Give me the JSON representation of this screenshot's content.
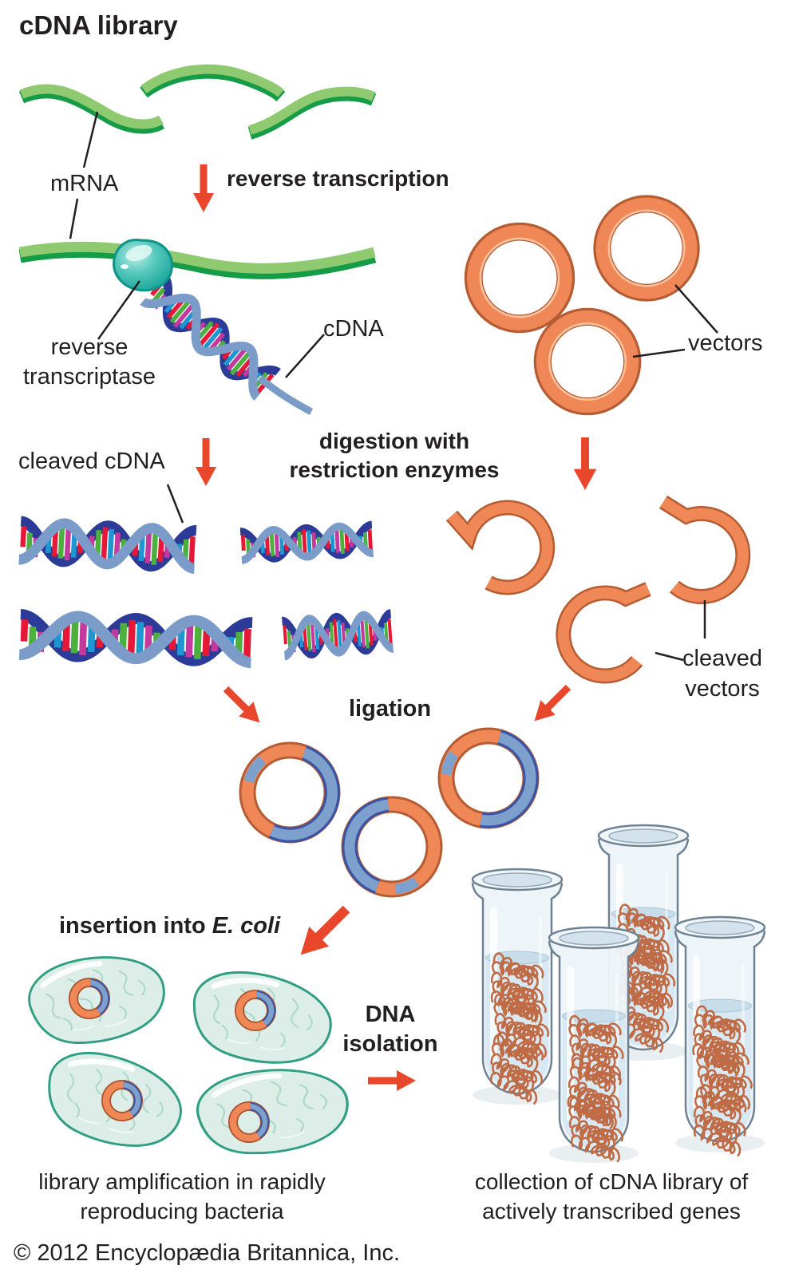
{
  "title": "cDNA library",
  "steps": {
    "reverse_transcription": "reverse transcription",
    "digestion": {
      "line1": "digestion with",
      "line2": "restriction enzymes"
    },
    "ligation": "ligation",
    "insertion": {
      "prefix": "insertion into ",
      "organism": "E. coli"
    },
    "dna_isolation": {
      "line1": "DNA",
      "line2": "isolation"
    }
  },
  "labels": {
    "mrna": "mRNA",
    "reverse_transcriptase": "reverse transcriptase",
    "cdna": "cDNA",
    "vectors": "vectors",
    "cleaved_cdna": "cleaved cDNA",
    "cleaved_vectors": {
      "line1": "cleaved",
      "line2": "vectors"
    }
  },
  "captions": {
    "left": {
      "line1": "library amplification in rapidly",
      "line2": "reproducing bacteria"
    },
    "right": {
      "line1": "collection of cDNA library of",
      "line2": "actively transcribed genes"
    }
  },
  "copyright": "© 2012 Encyclopædia Britannica, Inc.",
  "object_counts": {
    "mrna_fragments": 3,
    "vectors": 3,
    "cleaved_cdna_fragments": 4,
    "cleaved_vectors": 3,
    "recombinant_plasmids": 3,
    "bacteria": 4,
    "test_tubes": 4
  },
  "arrows": [
    {
      "name": "reverse-transcription-arrow",
      "direction": "down"
    },
    {
      "name": "digestion-arrow-left",
      "direction": "down"
    },
    {
      "name": "digestion-arrow-right",
      "direction": "down"
    },
    {
      "name": "ligation-arrow-left",
      "direction": "down-right"
    },
    {
      "name": "ligation-arrow-right",
      "direction": "down-left"
    },
    {
      "name": "insertion-arrow",
      "direction": "down-left"
    },
    {
      "name": "dna-isolation-arrow",
      "direction": "right"
    }
  ],
  "colors": {
    "text": "#231f20",
    "arrow_red": "#e8472b",
    "mrna_green": "#8fca70",
    "mrna_green_dark": "#169c47",
    "enzyme_teal": "#3fbfb2",
    "vector_orange": "#ef8757",
    "vector_orange_dark": "#b65c33",
    "helix_light": "#7b9cc9",
    "helix_dark": "#2b3b97",
    "base_colors": [
      "#e51937",
      "#4caf3e",
      "#c4399e",
      "#1e96d2"
    ],
    "insert_blue": "#7da0cc",
    "bacteria_fill": "#dceee7",
    "bacteria_outline": "#2f9e82",
    "dna_coil": "#bf6b45",
    "tube_outline": "#6f8292",
    "liquid": "#d9e9f3"
  }
}
